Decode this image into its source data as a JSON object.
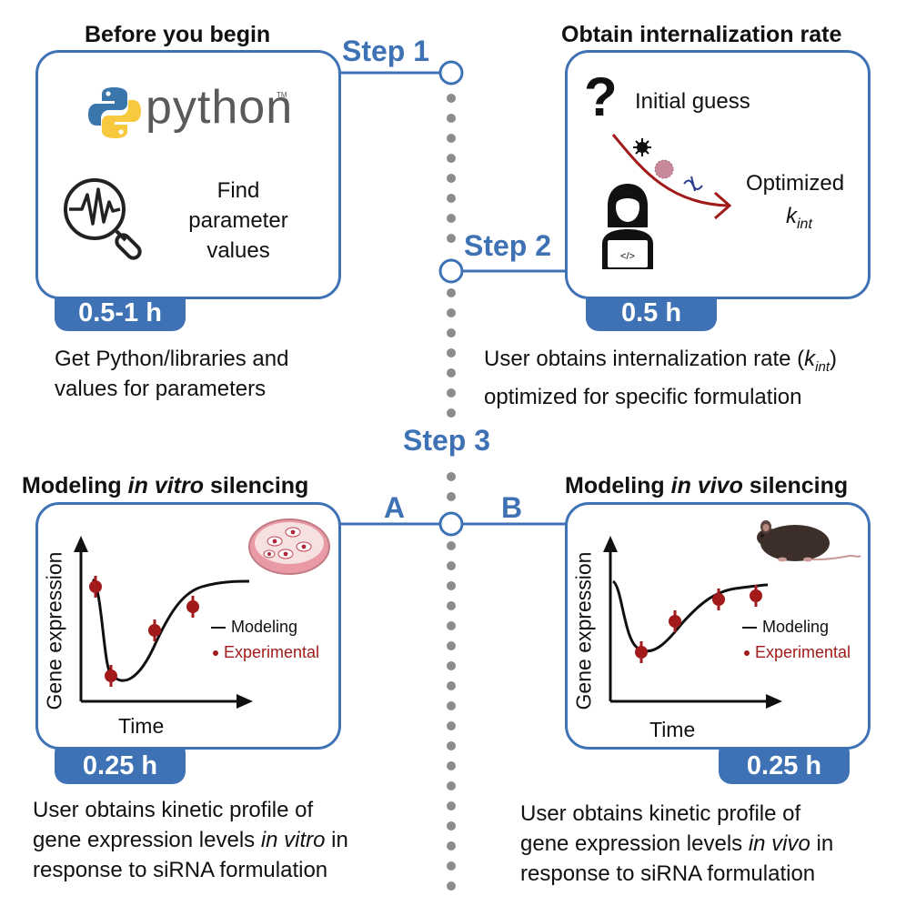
{
  "steps": {
    "step1": "Step 1",
    "step2": "Step 2",
    "step3": "Step 3",
    "a": "A",
    "b": "B"
  },
  "panel_begin": {
    "heading": "Before you begin",
    "python_word": "python",
    "find_params": [
      "Find",
      "parameter",
      "values"
    ],
    "time": "0.5-1 h",
    "desc": [
      "Get Python/libraries and",
      "values for parameters"
    ]
  },
  "panel_kint": {
    "heading": "Obtain internalization rate",
    "initial_guess": "Initial guess",
    "optimized": "Optimized",
    "kint_k": "k",
    "kint_sub": "int",
    "question": "?",
    "time": "0.5 h",
    "desc_line1_pre": "User obtains internalization rate (",
    "desc_line1_k": "k",
    "desc_line1_sub": "int",
    "desc_line1_post": ")",
    "desc_line2": "optimized for specific formulation"
  },
  "panel_vitro": {
    "heading_pre": "Modeling ",
    "heading_em": "in vitro",
    "heading_post": " silencing",
    "ylabel": "Gene expression",
    "xlabel": "Time",
    "legend_model": "Modeling",
    "legend_exp": "Experimental",
    "time": "0.25 h",
    "desc_line1": "User obtains kinetic profile of",
    "desc_line2_pre": "gene expression levels ",
    "desc_line2_em": "in vitro",
    "desc_line2_post": " in",
    "desc_line3": "response to siRNA formulation"
  },
  "panel_vivo": {
    "heading_pre": "Modeling ",
    "heading_em": "in vivo",
    "heading_post": " silencing",
    "ylabel": "Gene expression",
    "xlabel": "Time",
    "legend_model": "Modeling",
    "legend_exp": "Experimental",
    "time": "0.25 h",
    "desc_line1": "User obtains kinetic profile of",
    "desc_line2_pre": "gene expression levels ",
    "desc_line2_em": "in vivo",
    "desc_line2_post": " in",
    "desc_line3": "response to siRNA formulation"
  },
  "colors": {
    "accent": "#3f72b5",
    "connector_dots": "#8c8c8c",
    "experimental": "#a31a1a"
  }
}
